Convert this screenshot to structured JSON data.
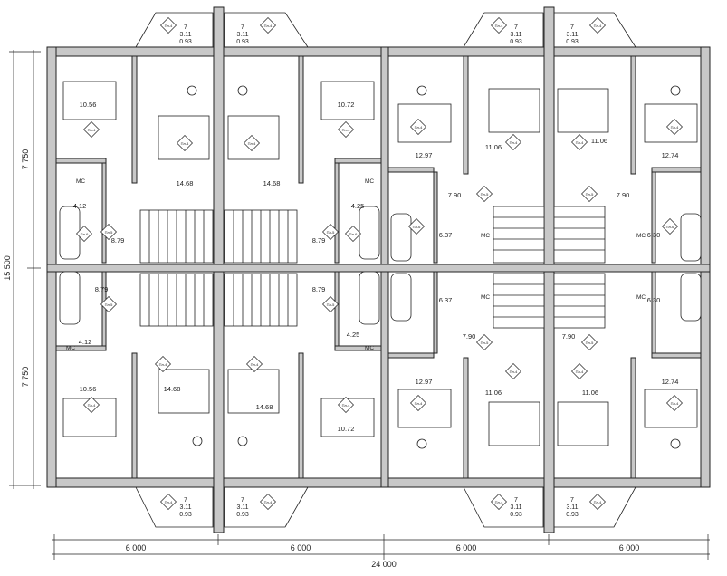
{
  "dimensions": {
    "bottom": [
      "6 000",
      "6 000",
      "6 000",
      "6 000"
    ],
    "total": "24 000",
    "left": [
      "7 750",
      "7 750"
    ],
    "left_total": "15 500"
  },
  "legend_icon_names": [
    "room-tag-icon",
    "bed-icon",
    "chair-icon",
    "bathtub-icon",
    "toilet-icon",
    "washbasin-icon",
    "stair-icon"
  ],
  "units": [
    {
      "stair_room": "8.79",
      "bath_room": "4.12",
      "bath_mark": "МС",
      "room_a": "10.56",
      "room_b": "14.68",
      "balcony": [
        "7",
        "3.11",
        "0.93"
      ]
    },
    {
      "stair_room": "8.79",
      "bath_room": "4.25",
      "bath_mark": "МС",
      "room_a": "10.72",
      "room_b": "14.68",
      "balcony": [
        "7",
        "3.11",
        "0.93"
      ]
    },
    {
      "stair_room": "7.90",
      "bath_room": "6.37",
      "bath_mark": "МС",
      "room_a": "12.97",
      "room_b": "11.06",
      "balcony": [
        "7",
        "3.11",
        "0.93"
      ]
    },
    {
      "stair_room": "7.90",
      "bath_room": "6.30",
      "bath_mark": "МС",
      "room_a": "12.74",
      "room_b": "11.06",
      "balcony": [
        "7",
        "3.11",
        "0.93"
      ]
    }
  ],
  "room_tags": [
    "Пл-4",
    "Пл-5",
    "Пл-6",
    "Пл-3"
  ]
}
